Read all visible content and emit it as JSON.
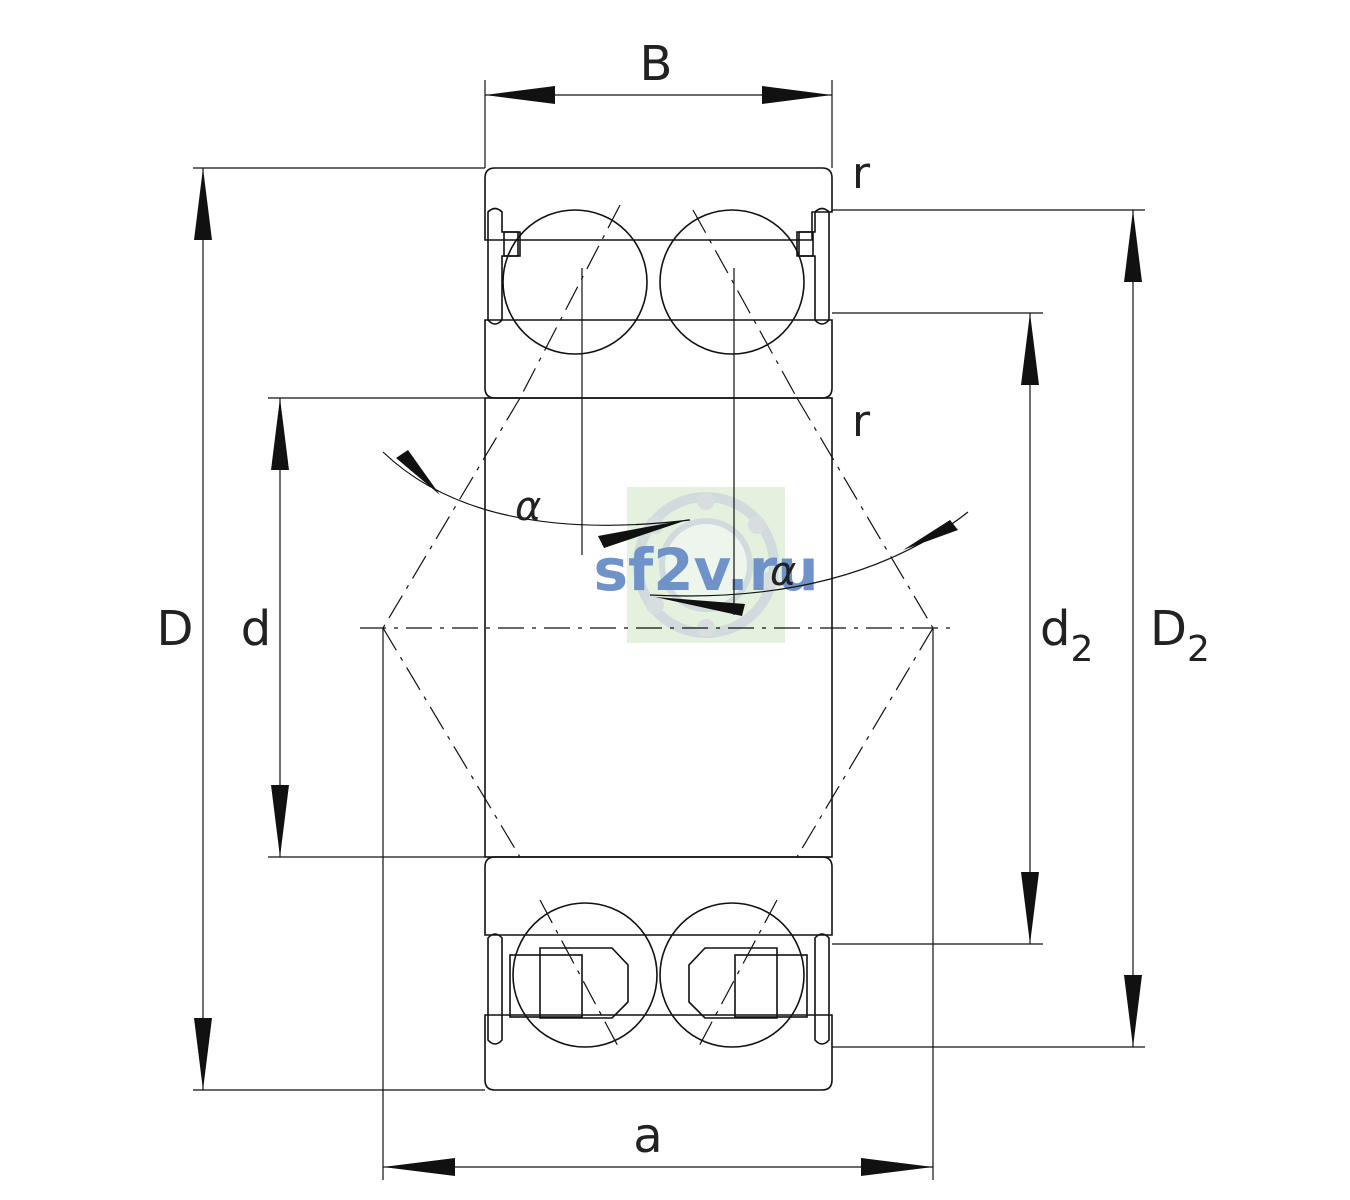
{
  "labels": {
    "B": "B",
    "D": "D",
    "d": "d",
    "a": "a",
    "r_top": "r",
    "r_mid": "r",
    "alpha_left": "α",
    "alpha_right": "α",
    "d2_base": "d",
    "d2_sub": "2",
    "D2_base": "D",
    "D2_sub": "2"
  },
  "watermark": {
    "text": "sf2v.ru"
  },
  "colors": {
    "line": "#111111",
    "watermark_text": "#6f93c8",
    "watermark_bg": "#e4f1df"
  }
}
